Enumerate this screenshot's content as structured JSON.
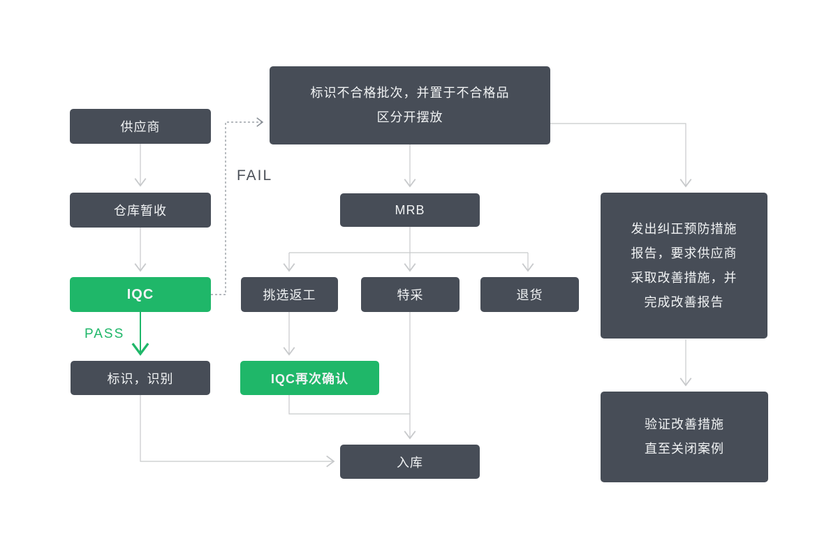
{
  "nodes": {
    "supplier": {
      "label": "供应商"
    },
    "warehouse_temp": {
      "label": "仓库暂收"
    },
    "iqc": {
      "label": "IQC"
    },
    "mark_identify": {
      "label": "标识，识别"
    },
    "nonconforming": {
      "label": "标识不合格批次，并置于不合格品\n区分开摆放"
    },
    "mrb": {
      "label": "MRB"
    },
    "sort_rework": {
      "label": "挑选返工"
    },
    "special_accept": {
      "label": "特采"
    },
    "return_goods": {
      "label": "退货"
    },
    "iqc_recheck": {
      "label": "IQC再次确认"
    },
    "warehouse_in": {
      "label": "入库"
    },
    "capa_report": {
      "label": "发出纠正预防措施\n报告，要求供应商\n采取改善措施，并\n完成改善报告"
    },
    "verify_close": {
      "label": "验证改善措施\n直至关闭案例"
    }
  },
  "edge_labels": {
    "fail": "FAIL",
    "pass": "PASS"
  },
  "colors": {
    "node_dark": "#474D57",
    "node_green": "#1FB769",
    "line_gray": "#C7C9CB",
    "line_dashed": "#898F96",
    "fail_text": "#4B5058",
    "node_text": "#F1F3F4",
    "background": "#FFFFFF"
  }
}
